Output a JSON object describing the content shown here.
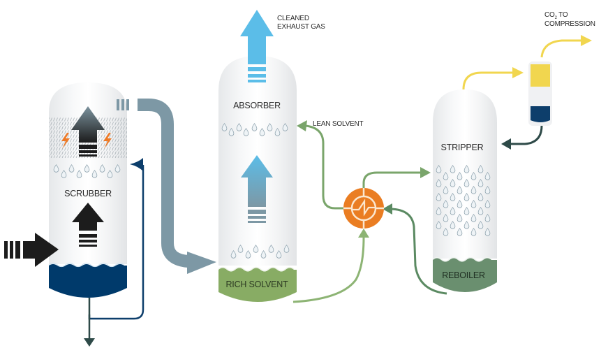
{
  "title": "Carbon capture process diagram",
  "vessels": {
    "scrubber": {
      "label": "SCRUBBER",
      "liquid_color": "#003a6b"
    },
    "absorber": {
      "label": "ABSORBER",
      "liquid_label": "RICH SOLVENT",
      "liquid_color": "#88ac64"
    },
    "stripper": {
      "label": "STRIPPER",
      "liquid_label": "REBOILER",
      "liquid_color": "#6a8f6f"
    }
  },
  "labels": {
    "cleaned_gas_line1": "CLEANED",
    "cleaned_gas_line2": "EXHAUST GAS",
    "lean_solvent": "LEAN SOLVENT",
    "co2_prefix": "CO",
    "co2_sub": "2",
    "co2_line1_rest": " TO",
    "co2_line2": "COMPRESSION"
  },
  "icons": {
    "heat_exchanger": "heat-exchanger-icon",
    "lightning": "lightning-icon",
    "droplet": "droplet-icon"
  },
  "colors": {
    "flue_gas_arrow": "#1c1c1c",
    "transfer_arrow": "#7d98a5",
    "cleaned_gas_arrow": "#5bbde8",
    "lean_solvent_line": "#7aa56b",
    "rich_solvent_line": "#8db474",
    "return_line": "#5b8a62",
    "co2_line": "#f1d64f",
    "condensate_line": "#2e4a48",
    "water_recycle_line": "#0d3e6b",
    "heat_exchanger": "#ea7d22",
    "lightning": "#ee7a27"
  }
}
